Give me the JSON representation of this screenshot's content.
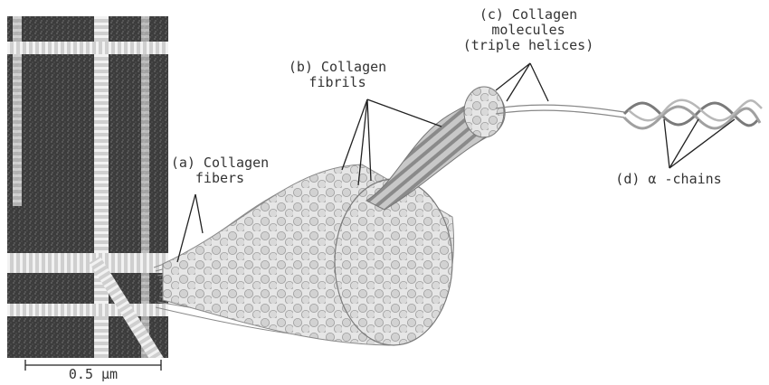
{
  "labels": {
    "fibers": [
      "(a) Collagen",
      "fibers"
    ],
    "fibrils": [
      "(b) Collagen",
      "fibrils"
    ],
    "molecules": [
      "(c) Collagen",
      "molecules",
      "(triple helices)"
    ],
    "chains": "(d) α -chains"
  },
  "scale_bar": {
    "text": "0.5 μm"
  },
  "colors": {
    "micrograph_dark": "#3a3a3a",
    "micrograph_light": "#e0e0e0",
    "fibril_fill": "#d4d4d4",
    "fibril_stroke": "#8a8a8a",
    "leader_line": "#222222",
    "text": "#333333"
  }
}
